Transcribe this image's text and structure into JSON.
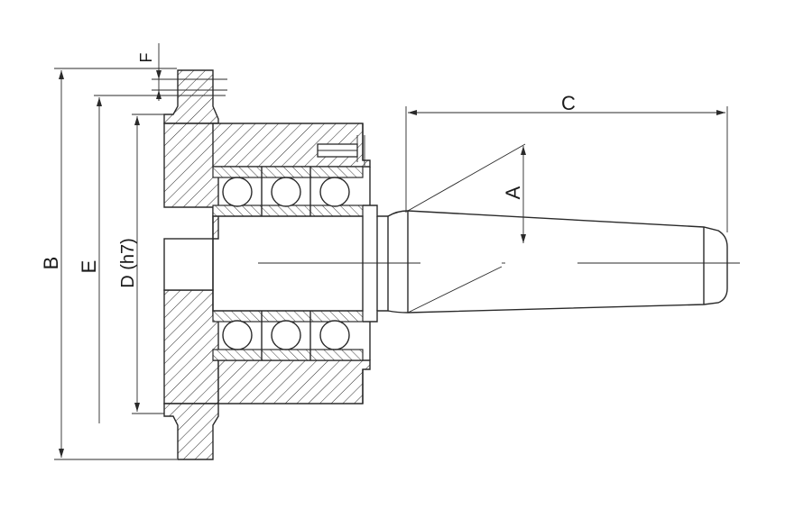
{
  "labels": {
    "b": "B",
    "e": "E",
    "d": "D (h7)",
    "f": "F",
    "a": "A",
    "c": "C"
  },
  "colors": {
    "line": "#2a2a2a",
    "background": "#ffffff"
  }
}
